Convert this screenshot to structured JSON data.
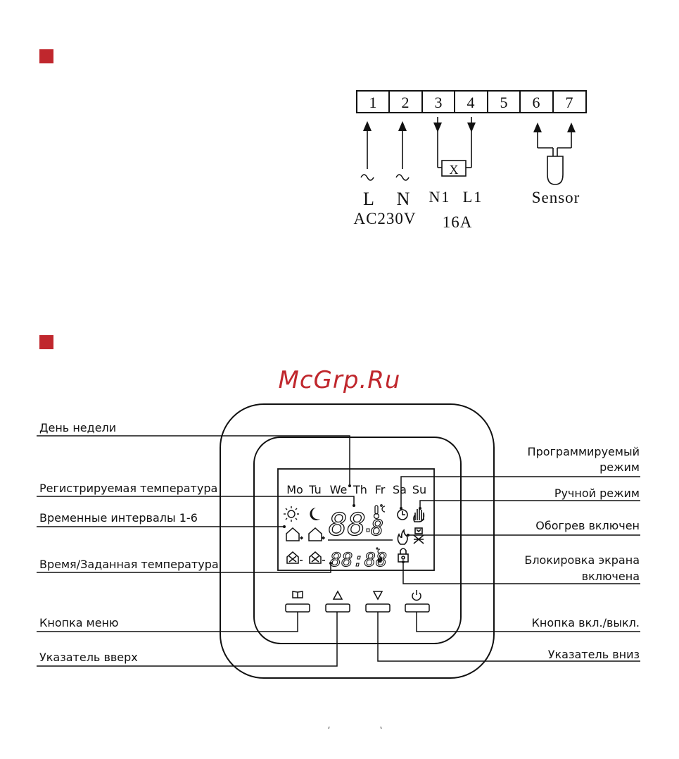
{
  "wiring": {
    "terminals": [
      "1",
      "2",
      "3",
      "4",
      "5",
      "6",
      "7"
    ],
    "load_symbol": "X",
    "labels": {
      "L": "L",
      "N": "N",
      "N1": "N1",
      "L1": "L1",
      "sensor": "Sensor",
      "voltage": "AC230V",
      "current": "16A"
    }
  },
  "watermark": "McGrp.Ru",
  "lcd": {
    "days": [
      "Mo",
      "Tu",
      "We",
      "Th",
      "Fr",
      "Sa",
      "Su"
    ],
    "big_digits": "88",
    "small_digit": "8",
    "time_digits": "88:88"
  },
  "callouts": {
    "left": [
      "День недели",
      "Регистрируемая температура",
      "Временные интервалы 1-6",
      "Время/Заданная температура",
      "Кнопка меню",
      "Указатель вверх"
    ],
    "right": {
      "programmable_1": "Программируемый",
      "programmable_2": "режим",
      "manual": "Ручной режим",
      "heating": "Обогрев включен",
      "lock_1": "Блокировка экрана",
      "lock_2": "включена",
      "power": "Кнопка вкл./выкл.",
      "down": "Указатель вниз"
    }
  },
  "colors": {
    "accent": "#c0272d",
    "ink": "#111111"
  }
}
